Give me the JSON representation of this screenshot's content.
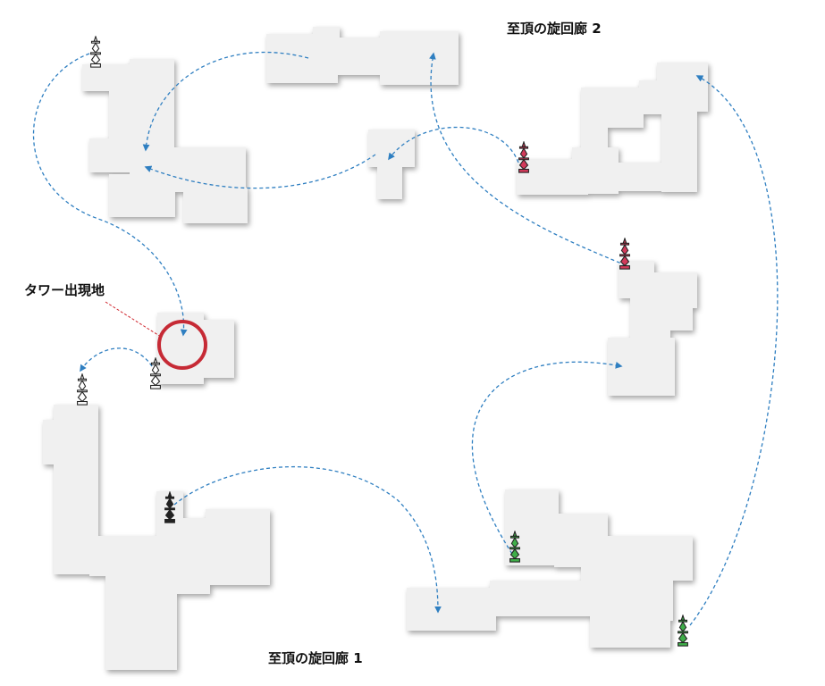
{
  "map": {
    "floor_top_label": "至頂の旋回廊 2",
    "floor_bottom_label": "至頂の旋回廊 1",
    "callout_label": "タワー出現地",
    "colors": {
      "room": "#f0f0f0",
      "route": "#2f7fc1",
      "highlight_circle": "#c62a35",
      "callout_line": "#d0272f",
      "marker_white": "#ffffff",
      "marker_red": "#d23a5a",
      "marker_green": "#3fae49",
      "marker_black": "#222222"
    },
    "markers": [
      {
        "name": "white",
        "icon": "white-pawn-marker-icon"
      },
      {
        "name": "red",
        "icon": "red-pawn-marker-icon"
      },
      {
        "name": "green",
        "icon": "green-pawn-marker-icon"
      },
      {
        "name": "black",
        "icon": "black-pawn-marker-icon"
      }
    ]
  }
}
